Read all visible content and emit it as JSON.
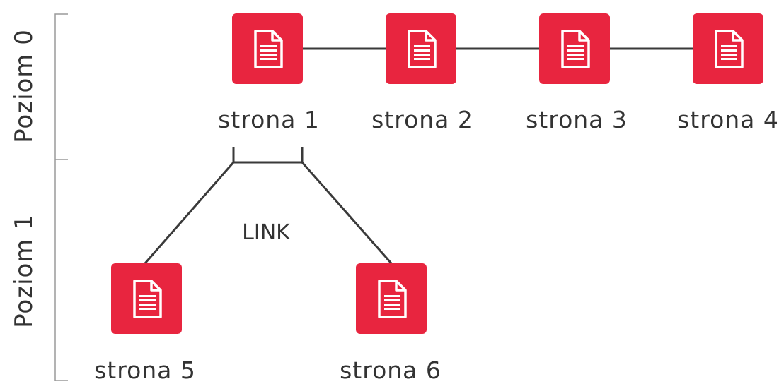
{
  "levels": [
    "Poziom 0",
    "Poziom 1"
  ],
  "pages": [
    {
      "label": "strona 1",
      "icon": "document-icon"
    },
    {
      "label": "strona 2",
      "icon": "document-icon"
    },
    {
      "label": "strona 3",
      "icon": "document-icon"
    },
    {
      "label": "strona 4",
      "icon": "document-icon"
    },
    {
      "label": "strona 5",
      "icon": "document-icon"
    },
    {
      "label": "strona 6",
      "icon": "document-icon"
    }
  ],
  "link_label": "LINK",
  "colors": {
    "node": "#e8253f",
    "line": "#3a3a3a",
    "bracket": "#9a9a9a",
    "text": "#333333"
  }
}
